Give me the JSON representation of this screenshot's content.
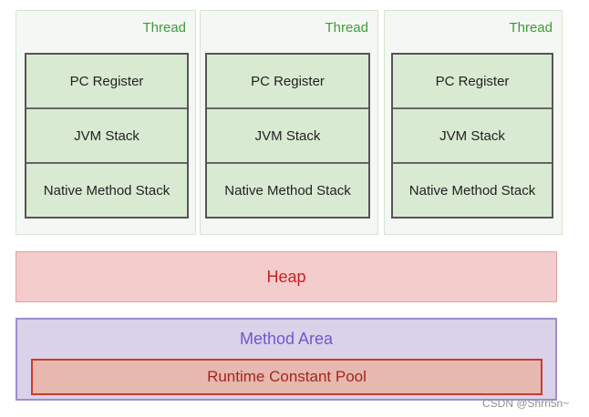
{
  "threads": [
    {
      "label": "Thread",
      "cells": [
        "PC Register",
        "JVM Stack",
        "Native Method Stack"
      ]
    },
    {
      "label": "Thread",
      "cells": [
        "PC Register",
        "JVM Stack",
        "Native Method Stack"
      ]
    },
    {
      "label": "Thread",
      "cells": [
        "PC Register",
        "JVM Stack",
        "Native Method Stack"
      ]
    }
  ],
  "heap": {
    "label": "Heap"
  },
  "method_area": {
    "label": "Method Area",
    "runtime_constant_pool": "Runtime Constant Pool"
  },
  "watermark": "CSDN @Shrri5n~",
  "colors": {
    "thread_label": "#3f9a3a",
    "stack_fill": "#d9ead3",
    "heap_fill": "#f4cccc",
    "heap_text": "#cc1f1f",
    "method_area_fill": "#d9d2e9",
    "method_area_text": "#6a5acd",
    "rcp_fill": "#e6b8af",
    "rcp_border": "#cc3b2b"
  }
}
